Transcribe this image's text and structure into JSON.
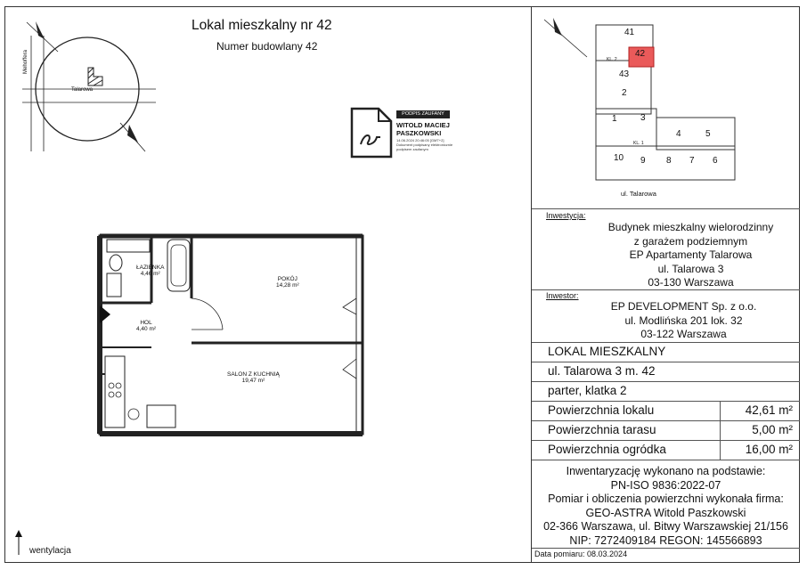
{
  "header": {
    "title": "Lokal mieszkalny nr 42",
    "subtitle": "Numer budowlany 42"
  },
  "map": {
    "street_horizontal": "Talarowa",
    "street_vertical": "Mehoffera"
  },
  "signature": {
    "badge": "PODPIS ZAUFANY",
    "name_line1": "WITOLD MACIEJ",
    "name_line2": "PASZKOWSKI",
    "timestamp": "14.06.2024 20:46:05 [GMT+2]",
    "note_line1": "Dokument podpisany elektronicznie",
    "note_line2": "podpisem zaufanym"
  },
  "floorplan": {
    "rooms": [
      {
        "name": "ŁAZIENKA",
        "area": "4,46 m²"
      },
      {
        "name": "POKÓJ",
        "area": "14,28 m²"
      },
      {
        "name": "HOL",
        "area": "4,40 m²"
      },
      {
        "name": "SALON Z KUCHNIĄ",
        "area": "19,47 m²"
      }
    ]
  },
  "keyplan": {
    "unit_numbers": [
      "41",
      "42",
      "43",
      "2",
      "1",
      "3",
      "4",
      "5",
      "10",
      "9",
      "8",
      "7",
      "6"
    ],
    "stair_labels": [
      "KL. 2",
      "KL. 1"
    ],
    "street": "ul. Talarowa",
    "highlight_color": "#ea5a5a"
  },
  "investment": {
    "label": "Inwestycja:",
    "lines": [
      "Budynek mieszkalny wielorodzinny",
      "z garażem podziemnym",
      "EP Apartamenty Talarowa",
      "ul. Talarowa 3",
      "03-130 Warszawa"
    ]
  },
  "investor": {
    "label": "Inwestor:",
    "lines": [
      "EP DEVELOPMENT Sp. z o.o.",
      "ul. Modlińska 201 lok. 32",
      "03-122 Warszawa"
    ]
  },
  "unit": {
    "type": "LOKAL MIESZKALNY",
    "address": "ul. Talarowa 3 m. 42",
    "floor": "parter, klatka 2"
  },
  "areas": [
    {
      "label": "Powierzchnia lokalu",
      "value": "42,61 m²"
    },
    {
      "label": "Powierzchnia tarasu",
      "value": "5,00 m²"
    },
    {
      "label": "Powierzchnia ogródka",
      "value": "16,00 m²"
    }
  ],
  "surveyor": {
    "lines": [
      "Inwentaryzację wykonano na podstawie:",
      "PN-ISO 9836:2022-07",
      "Pomiar i obliczenia powierzchni wykonała firma:",
      "GEO-ASTRA Witold Paszkowski",
      "02-366 Warszawa, ul. Bitwy Warszawskiej  21/156",
      "NIP: 7272409184 REGON: 145566893"
    ]
  },
  "footer": {
    "ventilation": "wentylacja",
    "survey_date": "Data pomiaru: 08.03.2024"
  }
}
